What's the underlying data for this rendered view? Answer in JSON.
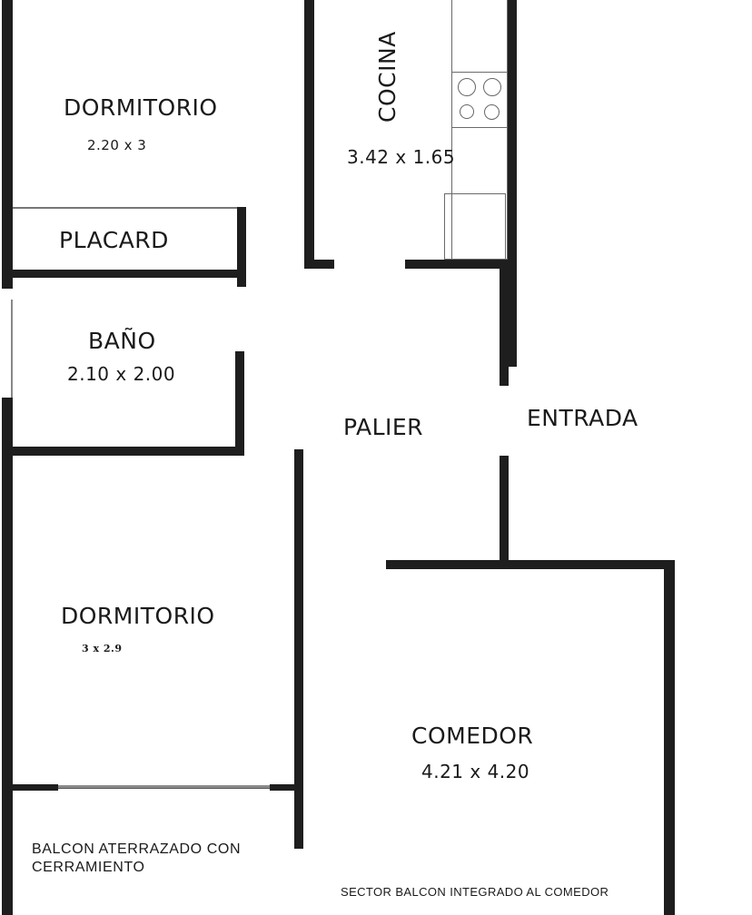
{
  "plan": {
    "rooms": [
      {
        "id": "dormitorio-1",
        "name": "DORMITORIO",
        "dimensions": "2.20 x 3"
      },
      {
        "id": "placard",
        "name": "PLACARD"
      },
      {
        "id": "bano",
        "name": "BAÑO",
        "dimensions": "2.10 x 2.00"
      },
      {
        "id": "cocina",
        "name": "COCINA",
        "dimensions": "3.42 x 1.65"
      },
      {
        "id": "palier",
        "name": "PALIER"
      },
      {
        "id": "entrada",
        "name": "ENTRADA"
      },
      {
        "id": "dormitorio-2",
        "name": "DORMITORIO",
        "dimensions": "3 x 2.9"
      },
      {
        "id": "comedor",
        "name": "COMEDOR",
        "dimensions": "4.21 x 4.20"
      }
    ],
    "notes": {
      "balcon_line1": "BALCON ATERRAZADO CON",
      "balcon_line2": "CERRAMIENTO",
      "sector_balcon": "SECTOR BALCON INTEGRADO AL COMEDOR"
    },
    "fixtures": {
      "cooktop": {
        "icon": "cooktop-icon",
        "burners": 4
      },
      "sink_counter": {
        "icon": "counter-icon"
      }
    },
    "colors": {
      "wall": "#1e1e1e",
      "background": "#ffffff",
      "fixture_line": "#6a6a6a"
    }
  }
}
